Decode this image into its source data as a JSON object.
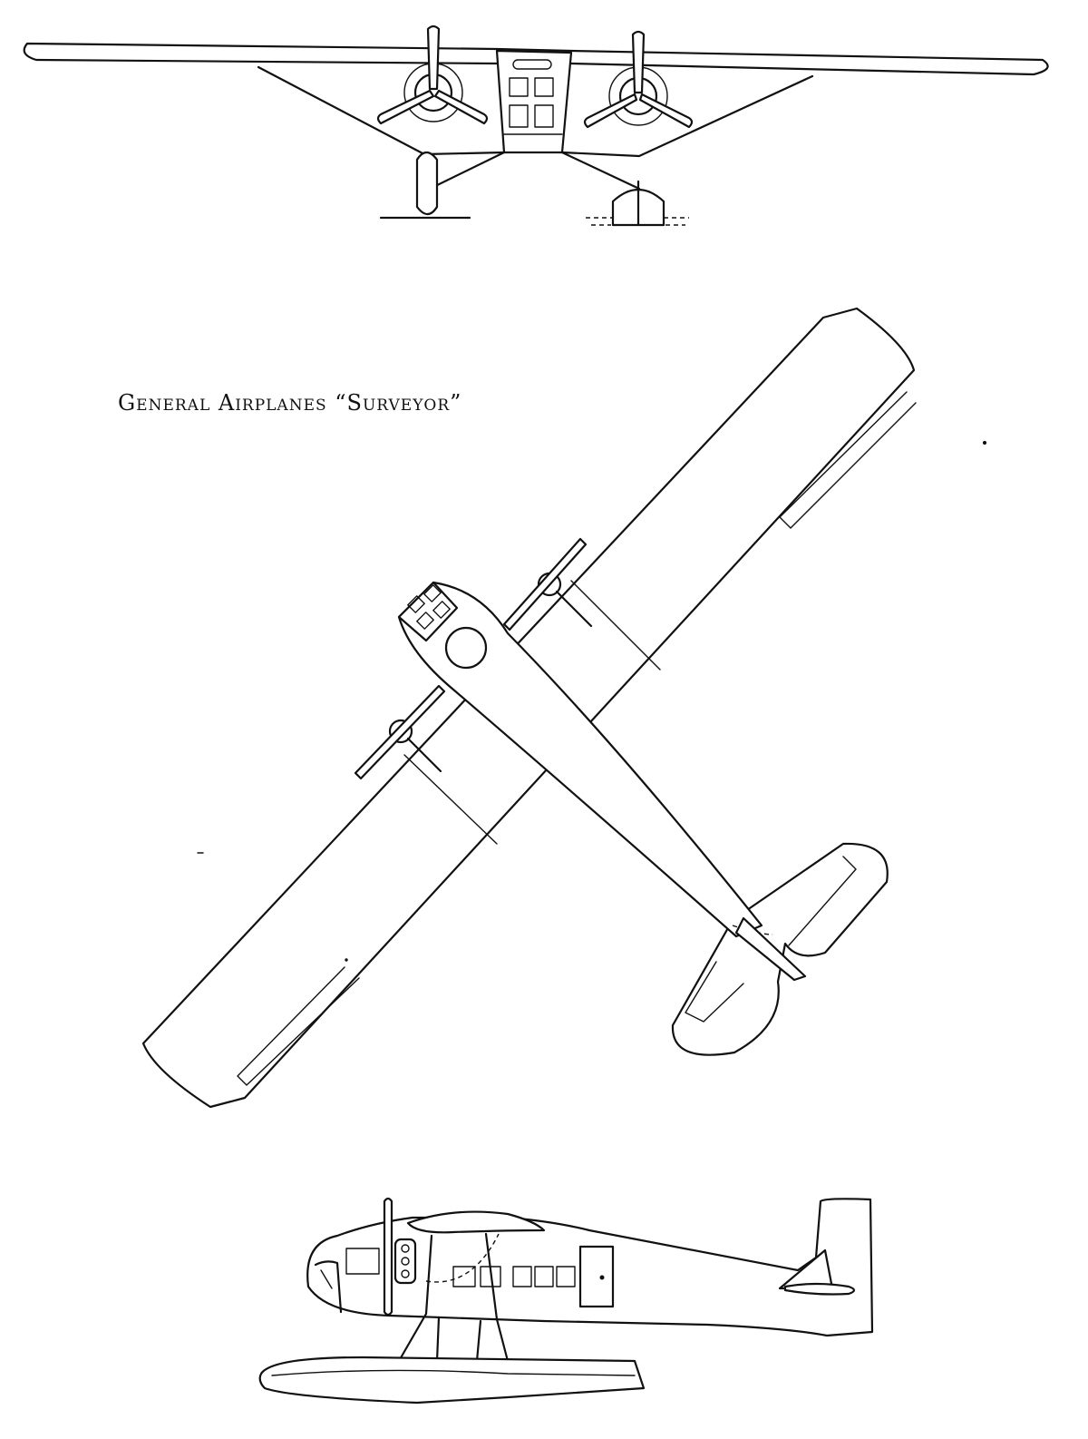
{
  "caption": "General Airplanes “Surveyor”",
  "views": {
    "front": "front-view",
    "top": "top-view",
    "side": "side-view"
  },
  "colors": {
    "ink": "#111111",
    "paper": "#ffffff"
  }
}
